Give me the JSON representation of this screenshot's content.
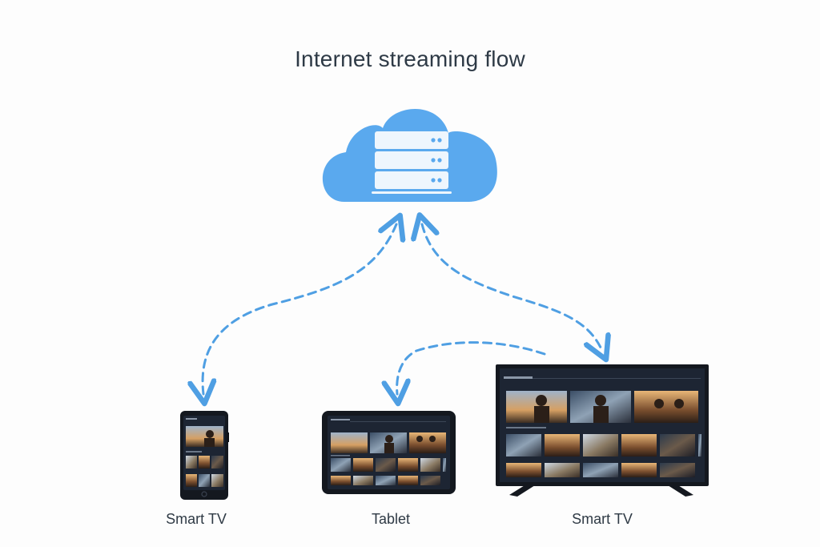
{
  "title": "Internet streaming flow",
  "devices": {
    "phone_label": "Smart TV",
    "tablet_label": "Tablet",
    "tv_label": "Smart TV"
  },
  "colors": {
    "cloud": "#5aa9ee",
    "arrow": "#4f9fe3",
    "device_body": "#1a1f29",
    "screen_bg": "#1d2533",
    "text": "#2f3a45"
  },
  "icons": {
    "cloud": "cloud-icon",
    "server": "server-icon"
  }
}
